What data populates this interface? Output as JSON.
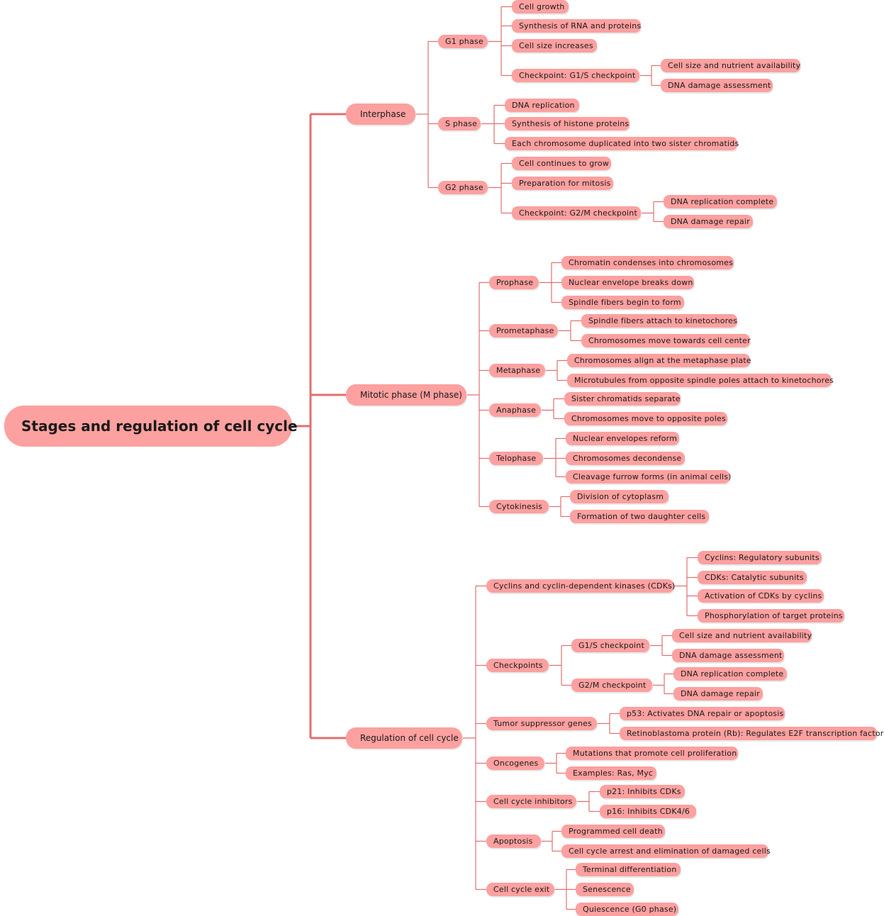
{
  "root": {
    "label": "Stages and regulation of cell cycle"
  },
  "branches": [
    {
      "label": "Interphase",
      "children": [
        {
          "label": "G1 phase",
          "children": [
            {
              "label": "Cell growth"
            },
            {
              "label": "Synthesis of RNA and proteins"
            },
            {
              "label": "Cell size increases"
            },
            {
              "label": "Checkpoint: G1/S checkpoint",
              "children": [
                {
                  "label": "Cell size and nutrient availability"
                },
                {
                  "label": "DNA damage assessment"
                }
              ]
            }
          ]
        },
        {
          "label": "S phase",
          "children": [
            {
              "label": "DNA replication"
            },
            {
              "label": "Synthesis of histone proteins"
            },
            {
              "label": "Each chromosome duplicated into two sister chromatids"
            }
          ]
        },
        {
          "label": "G2 phase",
          "children": [
            {
              "label": "Cell continues to grow"
            },
            {
              "label": "Preparation for mitosis"
            },
            {
              "label": "Checkpoint: G2/M checkpoint",
              "children": [
                {
                  "label": "DNA replication complete"
                },
                {
                  "label": "DNA damage repair"
                }
              ]
            }
          ]
        }
      ]
    },
    {
      "label": "Mitotic phase (M phase)",
      "children": [
        {
          "label": "Prophase",
          "children": [
            {
              "label": "Chromatin condenses into chromosomes"
            },
            {
              "label": "Nuclear envelope breaks down"
            },
            {
              "label": "Spindle fibers begin to form"
            }
          ]
        },
        {
          "label": "Prometaphase",
          "children": [
            {
              "label": "Spindle fibers attach to kinetochores"
            },
            {
              "label": "Chromosomes move towards cell center"
            }
          ]
        },
        {
          "label": "Metaphase",
          "children": [
            {
              "label": "Chromosomes align at the metaphase plate"
            },
            {
              "label": "Microtubules from opposite spindle poles attach to kinetochores"
            }
          ]
        },
        {
          "label": "Anaphase",
          "children": [
            {
              "label": "Sister chromatids separate"
            },
            {
              "label": "Chromosomes move to opposite poles"
            }
          ]
        },
        {
          "label": "Telophase",
          "children": [
            {
              "label": "Nuclear envelopes reform"
            },
            {
              "label": "Chromosomes decondense"
            },
            {
              "label": "Cleavage furrow forms (in animal cells)"
            }
          ]
        },
        {
          "label": "Cytokinesis",
          "children": [
            {
              "label": "Division of cytoplasm"
            },
            {
              "label": "Formation of two daughter cells"
            }
          ]
        }
      ]
    },
    {
      "label": "Regulation of cell cycle",
      "children": [
        {
          "label": "Cyclins and cyclin-dependent kinases (CDKs)",
          "children": [
            {
              "label": "Cyclins: Regulatory subunits"
            },
            {
              "label": "CDKs: Catalytic subunits"
            },
            {
              "label": "Activation of CDKs by cyclins"
            },
            {
              "label": "Phosphorylation of target proteins"
            }
          ]
        },
        {
          "label": "Checkpoints",
          "children": [
            {
              "label": "G1/S checkpoint",
              "children": [
                {
                  "label": "Cell size and nutrient availability"
                },
                {
                  "label": "DNA damage assessment"
                }
              ]
            },
            {
              "label": "G2/M checkpoint",
              "children": [
                {
                  "label": "DNA replication complete"
                },
                {
                  "label": "DNA damage repair"
                }
              ]
            }
          ]
        },
        {
          "label": "Tumor suppressor genes",
          "children": [
            {
              "label": "p53: Activates DNA repair or apoptosis"
            },
            {
              "label": "Retinoblastoma protein (Rb): Regulates E2F transcription factor"
            }
          ]
        },
        {
          "label": "Oncogenes",
          "children": [
            {
              "label": "Mutations that promote cell proliferation"
            },
            {
              "label": "Examples: Ras, Myc"
            }
          ]
        },
        {
          "label": "Cell cycle inhibitors",
          "children": [
            {
              "label": "p21: Inhibits CDKs"
            },
            {
              "label": "p16: Inhibits CDK4/6"
            }
          ]
        },
        {
          "label": "Apoptosis",
          "children": [
            {
              "label": "Programmed cell death"
            },
            {
              "label": "Cell cycle arrest and elimination of damaged cells"
            }
          ]
        },
        {
          "label": "Cell cycle exit",
          "children": [
            {
              "label": "Terminal differentiation"
            },
            {
              "label": "Senescence"
            },
            {
              "label": "Quiescence (G0 phase)"
            }
          ]
        }
      ]
    }
  ],
  "colors": {
    "node_fill": "#fda0a0",
    "connector": "#e07070"
  }
}
